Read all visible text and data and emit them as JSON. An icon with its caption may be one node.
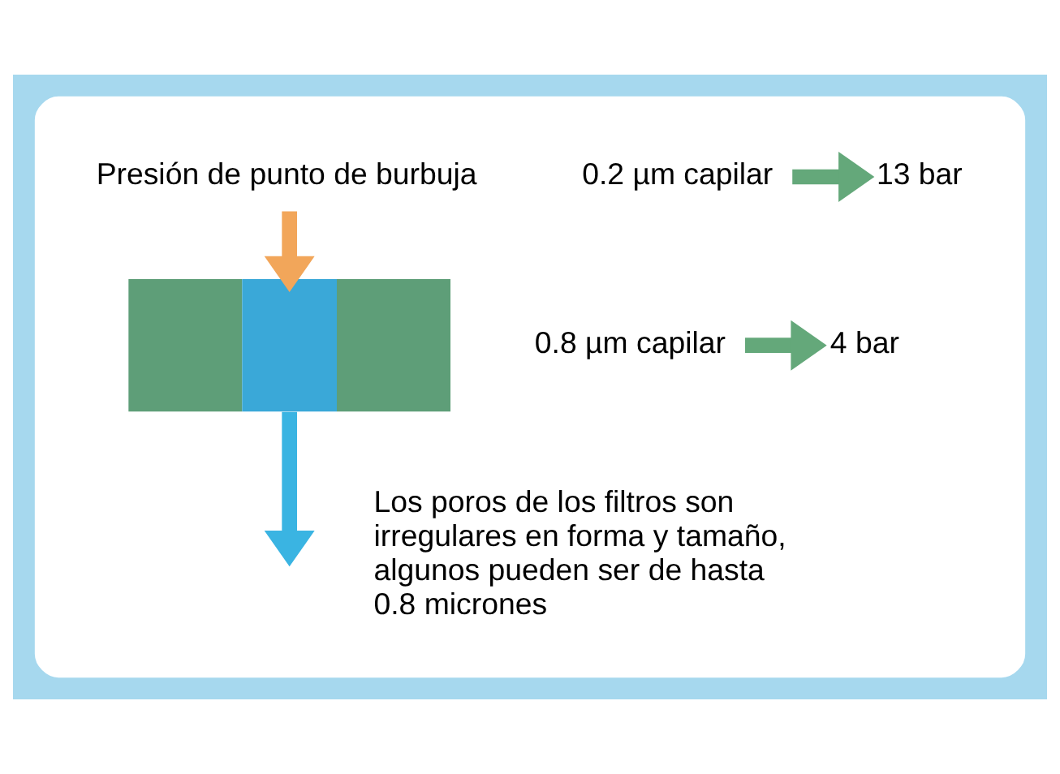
{
  "diagram": {
    "nodes": [
      {
        "text": [],
        "shape": "box"
      },
      {
        "text": [
          "Presión de punto de burbuja"
        ],
        "in": 0
      },
      {
        "text": [],
        "shape": "bar",
        "in": 0
      },
      {
        "text": [
          "0.2 µm capilar"
        ],
        "in": 0
      },
      {
        "text": [
          "13 bar"
        ],
        "in": 0
      },
      {
        "text": [
          "0.8 µm capilar"
        ],
        "in": 0
      },
      {
        "text": [
          "4 bar"
        ],
        "in": 0
      }
    ],
    "edges": [
      {
        "from": 1,
        "to": 2,
        "arrow": "to",
        "color": "#f2a65a"
      },
      {
        "from": 2,
        "to": null,
        "arrow": "to",
        "color": "#3ab4e2"
      },
      {
        "from": 3,
        "to": 4,
        "arrow": "to"
      },
      {
        "from": 5,
        "to": 6,
        "arrow": "to"
      }
    ],
    "labels": [
      "Los poros de los filtros son irregulares en forma y tamaño, algunos pueden ser de hasta 0.8 micrones"
    ]
  }
}
